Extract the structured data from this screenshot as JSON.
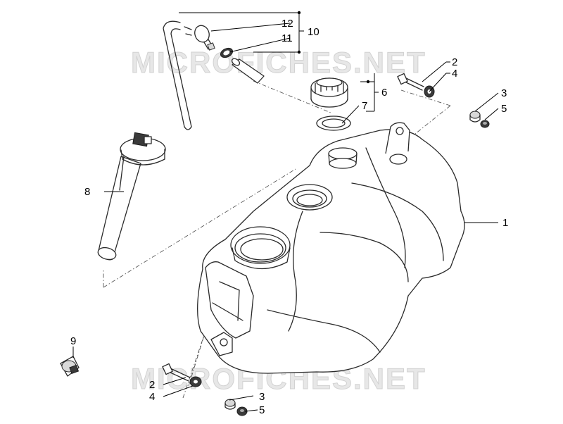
{
  "watermarks": [
    "MICROFICHES.NET",
    "MICROFICHES.NET"
  ],
  "callouts": {
    "fuel_tank": "1",
    "screw_top": "2",
    "bushing_top": "3",
    "washer_top": "4",
    "nut_top": "5",
    "cap_group": "6",
    "cap_gasket": "7",
    "fuel_pump": "8",
    "hose_clamp": "9",
    "vent_group": "10",
    "vent_hose": "11",
    "vent_valve": "12",
    "screw_bottom": "2",
    "washer_bottom": "4",
    "bushing_bottom": "3",
    "nut_bottom": "5"
  }
}
